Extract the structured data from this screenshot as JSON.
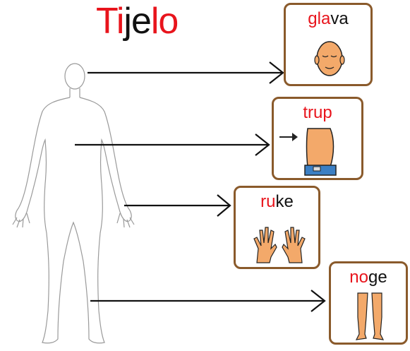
{
  "title": {
    "part1": "Ti",
    "part2": "je",
    "part3": "lo"
  },
  "cards": [
    {
      "red": "gla",
      "black": "va",
      "icon": "head-icon"
    },
    {
      "red": "trup",
      "black": "",
      "icon": "torso-icon"
    },
    {
      "red": "ru",
      "black": "ke",
      "icon": "hands-icon"
    },
    {
      "red": "no",
      "black": "ge",
      "icon": "legs-icon"
    }
  ],
  "colors": {
    "red": "#e8141c",
    "black": "#111111",
    "card_border": "#8a5a2b",
    "skin": "#f3a96a"
  }
}
